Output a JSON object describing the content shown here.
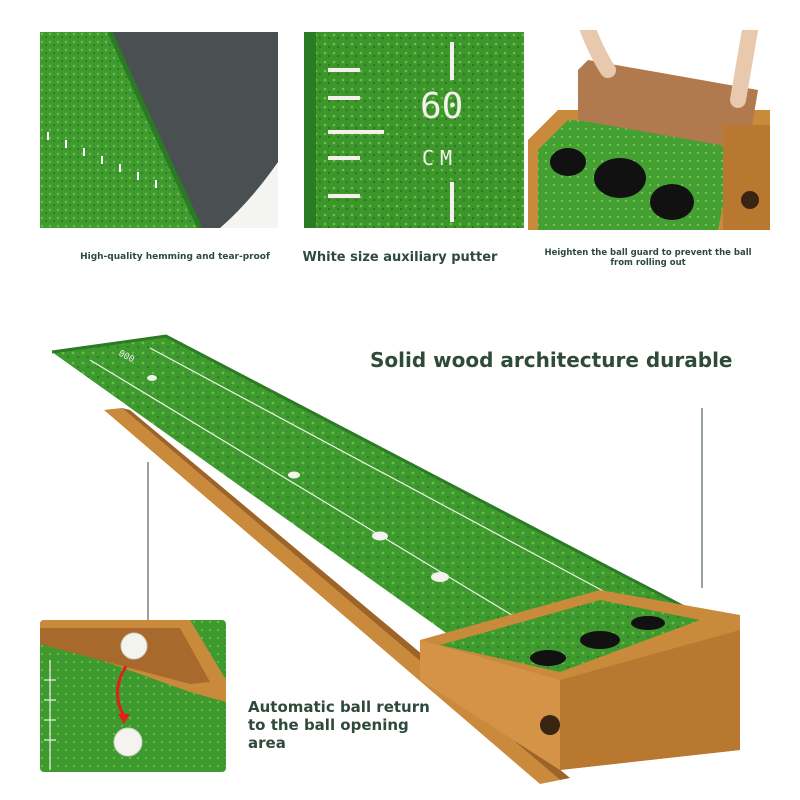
{
  "panels": {
    "hemming": {
      "caption": "High-quality hemming and tear-proof"
    },
    "ruler": {
      "caption": "White size auxiliary putter",
      "mark_value": "60",
      "mark_unit": "CM"
    },
    "guard": {
      "caption": "Heighten the ball guard to prevent the ball from rolling out"
    }
  },
  "main": {
    "headline": "Solid wood architecture durable",
    "return_caption": "Automatic ball return to the ball opening area",
    "mat_start_label": "000"
  },
  "colors": {
    "text": "#2f4a3a",
    "turf": "#3e9a2e",
    "wood": "#c98a3c"
  }
}
